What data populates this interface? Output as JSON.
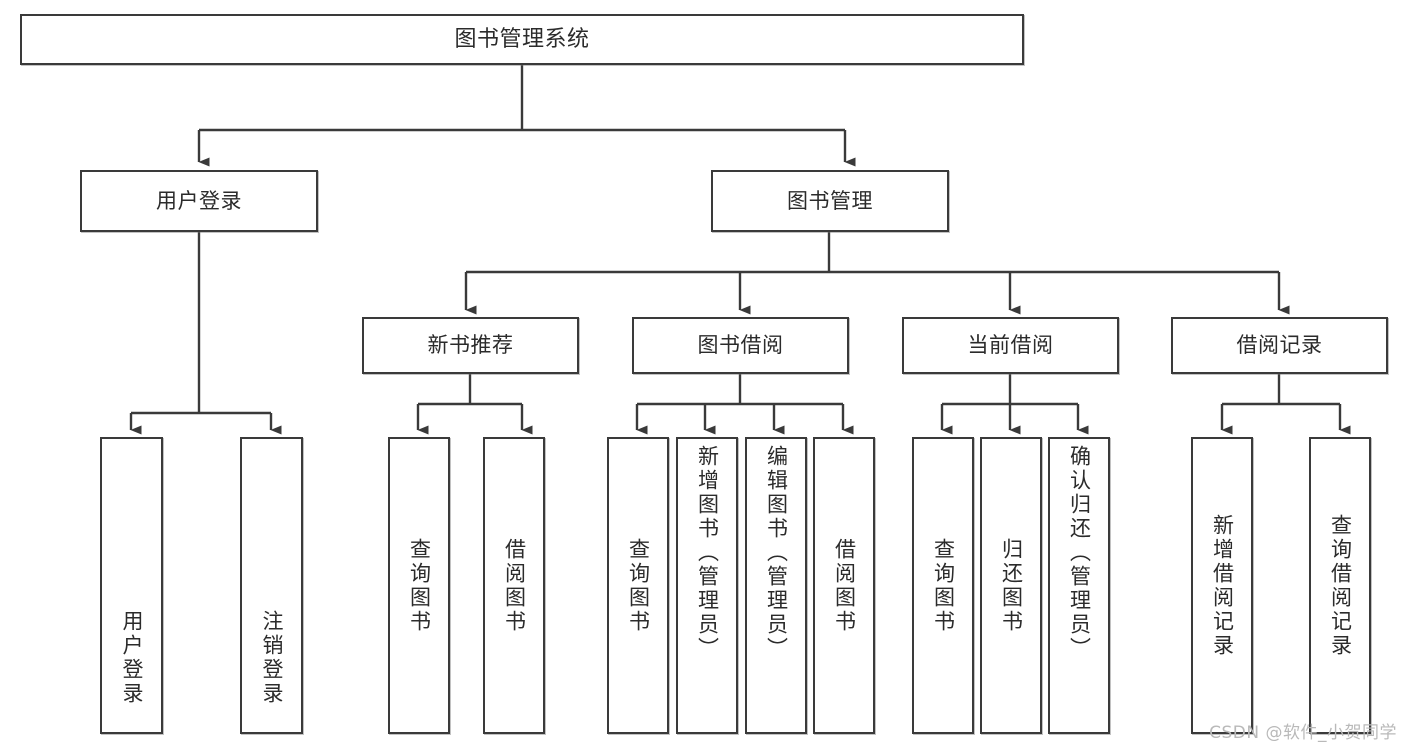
{
  "diagram": {
    "title": "图书管理系统",
    "type": "tree-hierarchy",
    "stroke_color": "#3a3a3a",
    "text_color": "#2b2b2b",
    "background": "#ffffff"
  },
  "root": {
    "label": "图书管理系统"
  },
  "level2": [
    {
      "label": "用户登录"
    },
    {
      "label": "图书管理"
    }
  ],
  "level3": [
    {
      "label": "新书推荐"
    },
    {
      "label": "图书借阅"
    },
    {
      "label": "当前借阅"
    },
    {
      "label": "借阅记录"
    }
  ],
  "leaves": {
    "user_login": [
      {
        "label": "用户登录"
      },
      {
        "label": "注销登录"
      }
    ],
    "new_book": [
      {
        "label": "查询图书"
      },
      {
        "label": "借阅图书"
      }
    ],
    "borrow_book": [
      {
        "label": "查询图书"
      },
      {
        "label": "新增图书（管理员）"
      },
      {
        "label": "编辑图书（管理员）"
      },
      {
        "label": "借阅图书"
      }
    ],
    "current_borrow": [
      {
        "label": "查询图书"
      },
      {
        "label": "归还图书"
      },
      {
        "label": "确认归还（管理员）"
      }
    ],
    "borrow_record": [
      {
        "label": "新增借阅记录"
      },
      {
        "label": "查询借阅记录"
      }
    ]
  },
  "watermark": {
    "text": "CSDN @软件_小贺同学"
  }
}
